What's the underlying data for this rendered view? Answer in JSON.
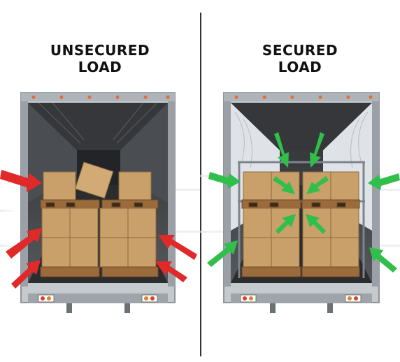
{
  "left_panel": {
    "title_line1": "UNSECURED",
    "title_line2": "LOAD"
  },
  "right_panel": {
    "title_line1": "SECURED",
    "title_line2": "LOAD"
  },
  "colors": {
    "unsecured_arrow": "#e02a2a",
    "secured_arrow": "#2fbf4a",
    "box": "#c9a06a",
    "pallet": "#9b6b3c",
    "trailer_frame": "#b8bec4",
    "trailer_interior": "#3d3f42"
  }
}
